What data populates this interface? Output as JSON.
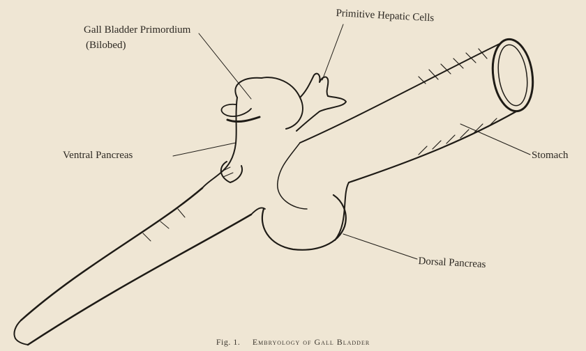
{
  "labels": {
    "gall_bladder": "Gall Bladder Primordium",
    "bilobed": "(Bilobed)",
    "hepatic": "Primitive Hepatic Cells",
    "ventral": "Ventral Pancreas",
    "stomach": "Stomach",
    "dorsal": "Dorsal Pancreas"
  },
  "caption": {
    "number": "Fig. 1.",
    "title": "Embryology of Gall Bladder"
  },
  "colors": {
    "paper": "#efe6d4",
    "ink": "#1e1b16"
  }
}
